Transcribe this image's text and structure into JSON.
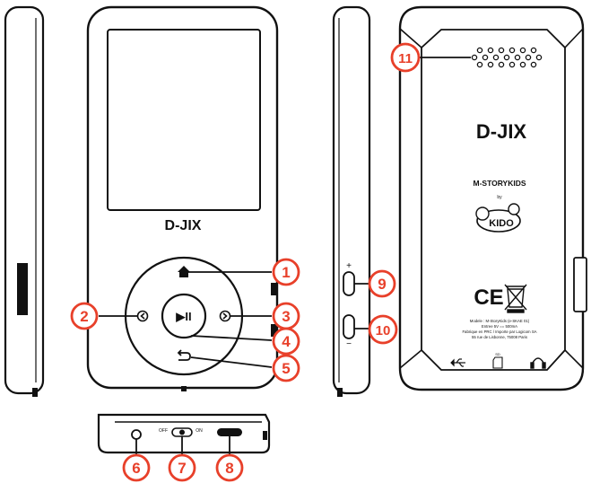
{
  "brand": {
    "logo_text": "D-JIX"
  },
  "back_panel": {
    "model_name": "M-STORYKIDS",
    "by_label": "by",
    "partner_logo_text": "KIDO",
    "ce_mark": "CE",
    "info_lines": [
      "Modele : M-StoryKids (e-SKAE 01)",
      "Entree 5V == 500mA",
      "Fabrique en PRC / Importe par Logicom SA",
      "55 rue de Lisbonne, 75008 Paris"
    ],
    "icons": [
      "usb-icon",
      "microsd-icon",
      "headphones-icon"
    ]
  },
  "bottom_view": {
    "off_label": "OFF",
    "on_label": "ON"
  },
  "callouts": [
    "1",
    "2",
    "3",
    "4",
    "5",
    "6",
    "7",
    "8",
    "9",
    "10",
    "11"
  ],
  "colors": {
    "callout": "#e8402a",
    "line": "#111111"
  }
}
